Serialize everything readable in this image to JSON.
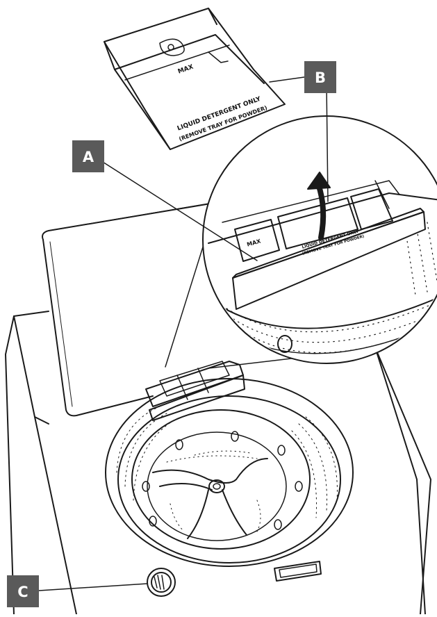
{
  "callouts": {
    "a": {
      "label": "A"
    },
    "b": {
      "label": "B"
    },
    "c": {
      "label": "C"
    }
  },
  "tray": {
    "max_label": "MAX",
    "liquid_line1": "LIQUID DETERGENT ONLY",
    "liquid_line2": "(REMOVE TRAY FOR POWDER)"
  },
  "inset": {
    "max_label": "MAX",
    "liquid_line1": "LIQUID DETERGENT ONLY",
    "liquid_line2": "(REMOVE TRAY FOR POWDER)"
  },
  "colors": {
    "callout_fill": "#5a5a5a",
    "line": "#1a1a1a",
    "background": "#ffffff"
  }
}
